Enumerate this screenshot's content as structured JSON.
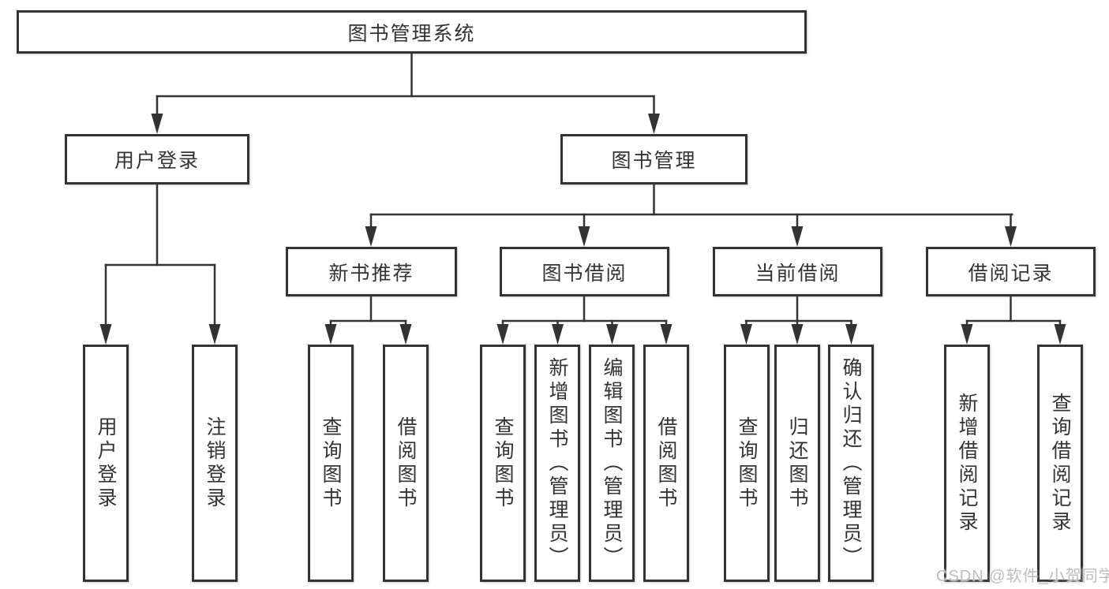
{
  "diagram": {
    "type": "hierarchy-tree",
    "root": {
      "label": "图书管理系统"
    },
    "branches": {
      "user_login": {
        "label": "用户登录",
        "children": [
          "用户登录",
          "注销登录"
        ]
      },
      "book_management": {
        "label": "图书管理",
        "children": {
          "new_book_rec": {
            "label": "新书推荐",
            "children": [
              "查询图书",
              "借阅图书"
            ]
          },
          "book_borrow": {
            "label": "图书借阅",
            "children": [
              "查询图书",
              "新增图书（管理员）",
              "编辑图书（管理员）",
              "借阅图书"
            ]
          },
          "current_borrow": {
            "label": "当前借阅",
            "children": [
              "查询图书",
              "归还图书",
              "确认归还（管理员）"
            ]
          },
          "borrow_records": {
            "label": "借阅记录",
            "children": [
              "新增借阅记录",
              "查询借阅记录"
            ]
          }
        }
      }
    }
  },
  "watermark": {
    "text": "CSDN @软件_小贺同学"
  },
  "colors": {
    "line": "#333333",
    "box_border": "#333333",
    "text": "#333333",
    "watermark": "#bdbdbd",
    "background": "#ffffff"
  }
}
